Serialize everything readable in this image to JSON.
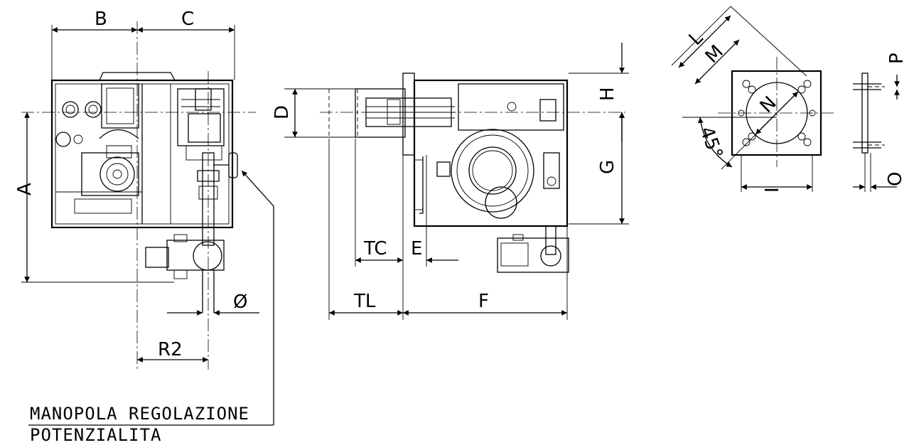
{
  "dimension_labels": {
    "A": "A",
    "B": "B",
    "C": "C",
    "D": "D",
    "E": "E",
    "F": "F",
    "G": "G",
    "H": "H",
    "I": "I",
    "L": "L",
    "M": "M",
    "N": "N",
    "O": "O",
    "P": "P",
    "TC": "TC",
    "TL": "TL",
    "R2": "R2",
    "diameter": "Ø",
    "angle": "45°"
  },
  "caption": {
    "line1": "MANOPOLA REGOLAZIONE",
    "line2": "POTENZIALITA"
  }
}
